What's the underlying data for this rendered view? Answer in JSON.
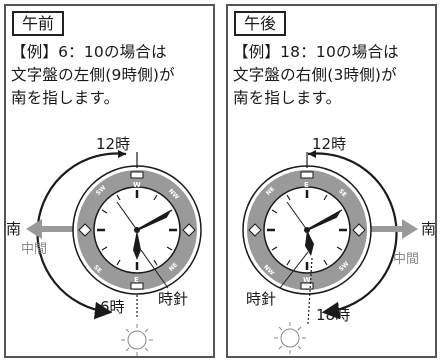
{
  "am": {
    "tag": "午前",
    "caption_lines": [
      "【例】6：10の場合は",
      "文字盤の左側(9時側)が",
      "南を指します。"
    ],
    "label_12": "12時",
    "label_6": "6時",
    "label_hour_hand": "時針",
    "label_south": "南",
    "label_middle": "中間",
    "bezel_marks": {
      "top": "W",
      "upper_left": "SW",
      "upper_right": "NW",
      "lower_left": "SE",
      "lower_right": "NE",
      "bottom": "E"
    }
  },
  "pm": {
    "tag": "午後",
    "caption_lines": [
      "【例】18：10の場合は",
      "文字盤の右側(3時側)が",
      "南を指します。"
    ],
    "label_12": "12時",
    "label_18": "18時",
    "label_hour_hand": "時針",
    "label_south": "南",
    "label_middle": "中間",
    "bezel_marks": {
      "top": "E",
      "upper_left": "NE",
      "upper_right": "SE",
      "lower_left": "NW",
      "lower_right": "SW",
      "bottom": "W"
    }
  },
  "colors": {
    "line": "#1a1a1a",
    "bezel": "#8a8a8a",
    "arrow_south": "#9a9a9a",
    "muted_text": "#8a8a8a",
    "background": "#ffffff"
  }
}
